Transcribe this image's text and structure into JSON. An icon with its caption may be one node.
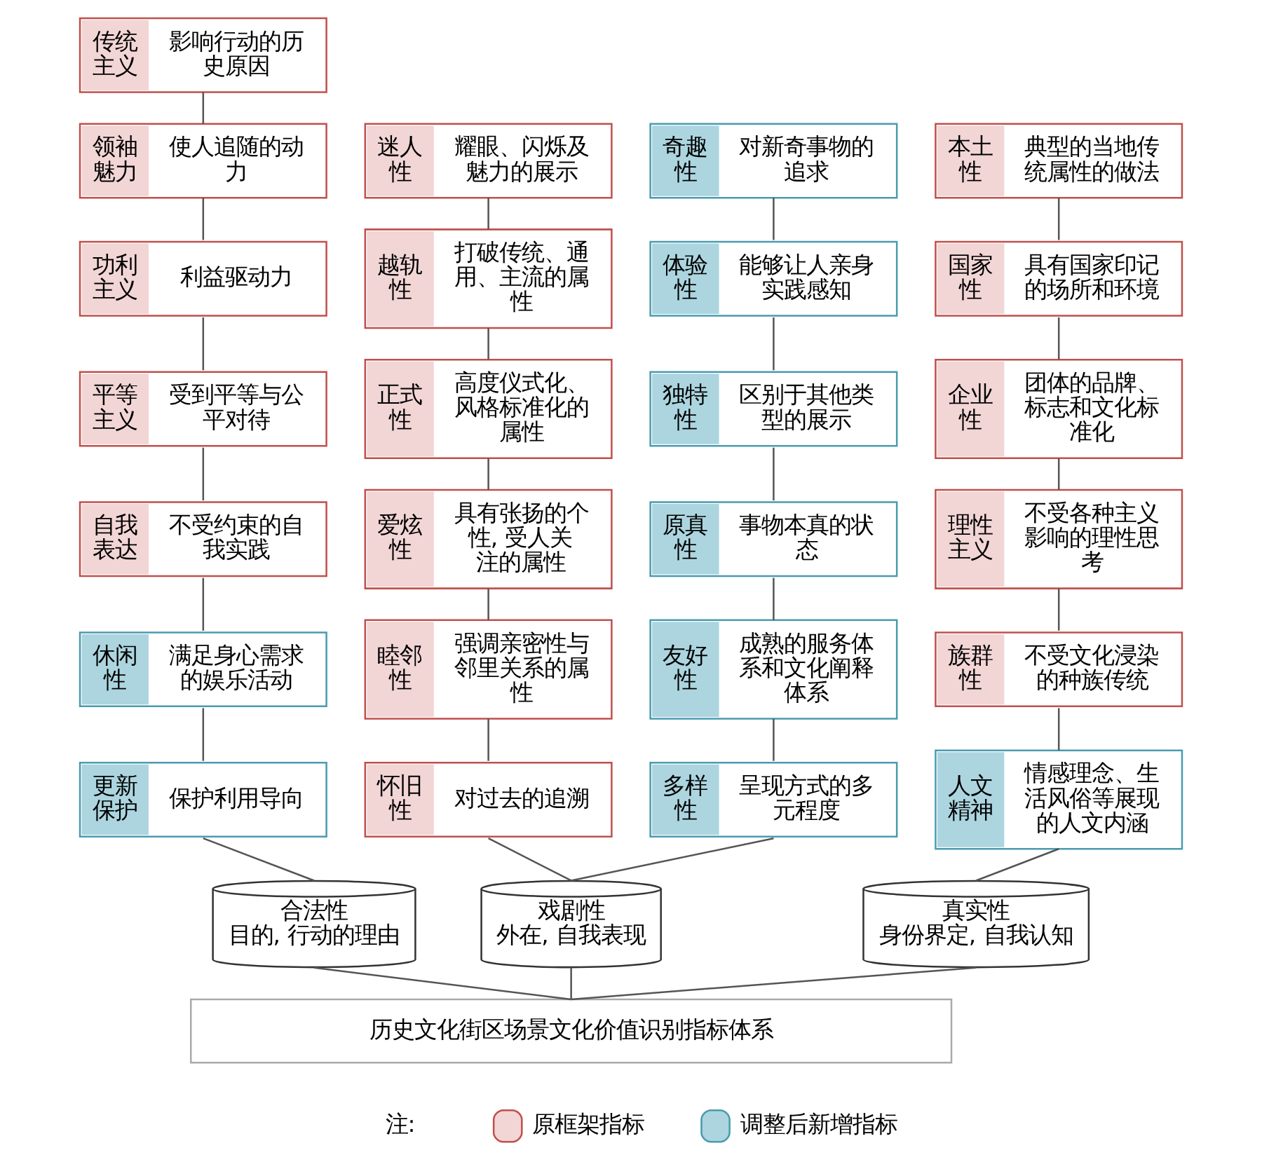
{
  "diagram": {
    "nodes": [
      {
        "text": [
          "传统主义",
          "影响行动的历史原因"
        ]
      },
      {
        "text": [
          "领袖魅力",
          "使人追随的动力"
        ]
      },
      {
        "text": [
          "功利主义",
          "利益驱动力"
        ]
      },
      {
        "text": [
          "平等主义",
          "受到平等与公平对待"
        ]
      },
      {
        "text": [
          "自我表达",
          "不受约束的自我实践"
        ]
      },
      {
        "text": [
          "休闲性",
          "满足身心需求的娱乐活动"
        ]
      },
      {
        "text": [
          "更新保护",
          "保护利用导向"
        ]
      },
      {
        "text": [
          "迷人性",
          "耀眼、闪烁及魅力的展示"
        ]
      },
      {
        "text": [
          "越轨性",
          "打破传统、通用、主流的属性"
        ]
      },
      {
        "text": [
          "正式性",
          "高度仪式化、风格标准化的属性"
        ]
      },
      {
        "text": [
          "爱炫性",
          "具有张扬的个性, 受人关注的属性"
        ]
      },
      {
        "text": [
          "睦邻性",
          "强调亲密性与邻里关系的属性"
        ]
      },
      {
        "text": [
          "怀旧性",
          "对过去的追溯"
        ]
      },
      {
        "text": [
          "奇趣性",
          "对新奇事物的追求"
        ]
      },
      {
        "text": [
          "体验性",
          "能够让人亲身实践感知"
        ]
      },
      {
        "text": [
          "独特性",
          "区别于其他类型的展示"
        ]
      },
      {
        "text": [
          "原真性",
          "事物本真的状态"
        ]
      },
      {
        "text": [
          "友好性",
          "成熟的服务体系和文化阐释体系"
        ]
      },
      {
        "text": [
          "多样性",
          "呈现方式的多元程度"
        ]
      },
      {
        "text": [
          "本土性",
          "典型的当地传统属性的做法"
        ]
      },
      {
        "text": [
          "国家性",
          "具有国家印记的场所和环境"
        ]
      },
      {
        "text": [
          "企业性",
          "团体的品牌、标志和文化标准化"
        ]
      },
      {
        "text": [
          "理性主义",
          "不受各种主义影响的理性思考"
        ]
      },
      {
        "text": [
          "族群性",
          "不受文化浸染的种族传统"
        ]
      },
      {
        "text": [
          "人文精神",
          "情感理念、生活风俗等展现的人文内涵"
        ]
      },
      {
        "text": [
          "合法性",
          "目的, 行动的理由"
        ]
      },
      {
        "text": [
          "戏剧性",
          "外在, 自我表现"
        ]
      },
      {
        "text": [
          "真实性",
          "身份界定, 自我认知"
        ]
      },
      {
        "text": [
          "历史文化街区场景文化价值识别指标体系"
        ]
      }
    ],
    "edges": [
      {
        "from": 0,
        "to": 1,
        "arrow": "none"
      },
      {
        "from": 1,
        "to": 2,
        "arrow": "none"
      },
      {
        "from": 2,
        "to": 3,
        "arrow": "none"
      },
      {
        "from": 3,
        "to": 4,
        "arrow": "none"
      },
      {
        "from": 4,
        "to": 5,
        "arrow": "none"
      },
      {
        "from": 5,
        "to": 6,
        "arrow": "none"
      },
      {
        "from": 7,
        "to": 8,
        "arrow": "none"
      },
      {
        "from": 8,
        "to": 9,
        "arrow": "none"
      },
      {
        "from": 9,
        "to": 10,
        "arrow": "none"
      },
      {
        "from": 10,
        "to": 11,
        "arrow": "none"
      },
      {
        "from": 11,
        "to": 12,
        "arrow": "none"
      },
      {
        "from": 13,
        "to": 14,
        "arrow": "none"
      },
      {
        "from": 14,
        "to": 15,
        "arrow": "none"
      },
      {
        "from": 15,
        "to": 16,
        "arrow": "none"
      },
      {
        "from": 16,
        "to": 17,
        "arrow": "none"
      },
      {
        "from": 17,
        "to": 18,
        "arrow": "none"
      },
      {
        "from": 19,
        "to": 20,
        "arrow": "none"
      },
      {
        "from": 20,
        "to": 21,
        "arrow": "none"
      },
      {
        "from": 21,
        "to": 22,
        "arrow": "none"
      },
      {
        "from": 22,
        "to": 23,
        "arrow": "none"
      },
      {
        "from": 23,
        "to": 24,
        "arrow": "none"
      },
      {
        "from": 6,
        "to": 25,
        "arrow": "none"
      },
      {
        "from": 12,
        "to": 26,
        "arrow": "none"
      },
      {
        "from": 18,
        "to": 26,
        "arrow": "none"
      },
      {
        "from": 24,
        "to": 27,
        "arrow": "none"
      },
      {
        "from": 25,
        "to": 28,
        "arrow": "none"
      },
      {
        "from": 26,
        "to": 28,
        "arrow": "none"
      },
      {
        "from": 27,
        "to": 28,
        "arrow": "none"
      }
    ],
    "labels": [
      "注:"
    ],
    "legend": [
      {
        "text": "原框架指标",
        "color": "#f2d5d5"
      },
      {
        "text": "调整后新增指标",
        "color": "#acd5df"
      }
    ]
  }
}
